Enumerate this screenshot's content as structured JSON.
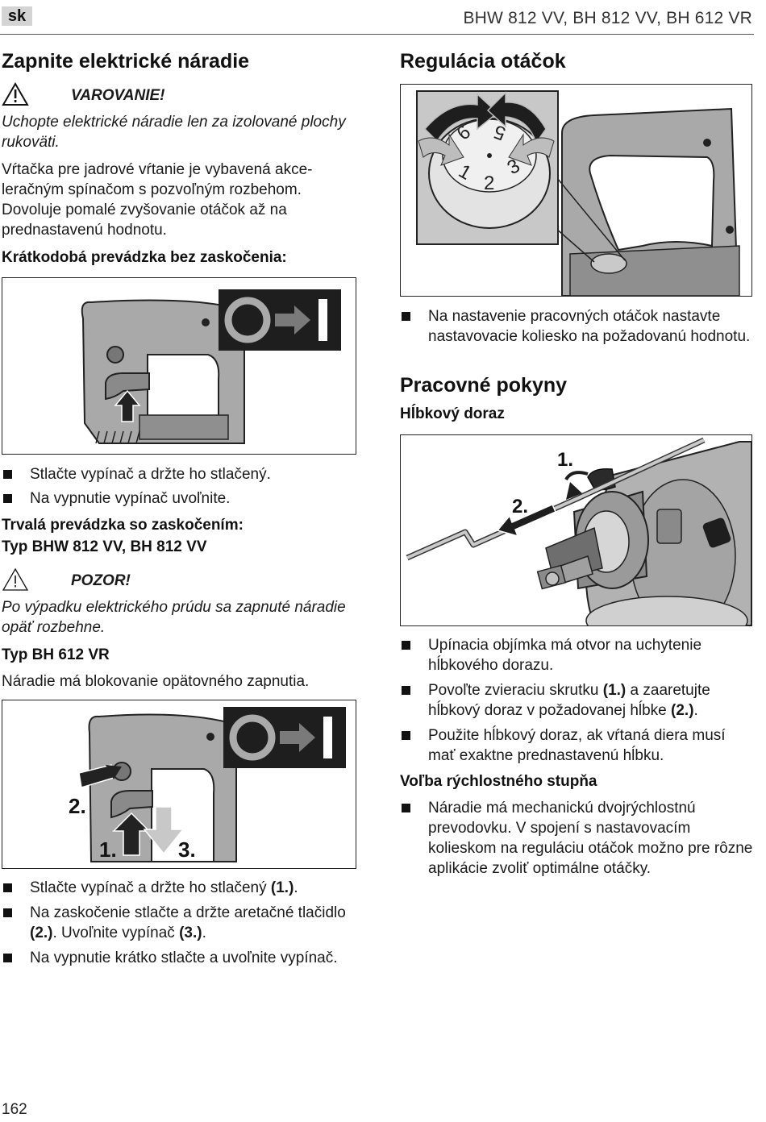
{
  "header": {
    "lang": "sk",
    "models": "BHW 812 VV, BH 812 VV, BH 612 VR"
  },
  "left": {
    "title": "Zapnite elektrické náradie",
    "warning_label": "VAROVANIE!",
    "warning_text": "Uchopte elektrické náradie len za izolované plochy rukoväti.",
    "intro": "Vŕtačka pre jadrové vŕtanie je vybavená akce-leračným spínačom s pozvoľným rozbehom. Dovoluje pomalé zvyšovanie otáčok až na prednastavenú hodnotu.",
    "short_heading": "Krátkodobá prevádzka bez zaskočenia:",
    "short_bullets": [
      "Stlačte vypínač a držte ho stlačený.",
      "Na vypnutie vypínač uvoľnite."
    ],
    "cont_heading_1": "Trvalá prevádzka so zaskočením:",
    "cont_heading_2": "Typ BHW 812 VV, BH 812 VV",
    "caution_label": "POZOR!",
    "caution_text": "Po výpadku elektrického prúdu sa zapnuté náradie opäť rozbehne.",
    "type_heading": "Typ BH 612 VR",
    "type_text": "Náradie má blokovanie opätovného zapnutia.",
    "fig3_labels": {
      "l1": "1.",
      "l2": "2.",
      "l3": "3."
    },
    "lock_bullets": [
      {
        "t1": "Stlačte vypínač a držte ho stlačený ",
        "b1": "(1.)",
        "t2": "."
      },
      {
        "t1": "Na zaskočenie stlačte a držte aretačné tlačidlo ",
        "b1": "(2.)",
        "t2": ". Uvoľnite vypínač ",
        "b2": "(3.)",
        "t3": "."
      },
      {
        "t1": "Na vypnutie krátko stlačte a uvoľnite vypínač."
      }
    ]
  },
  "right": {
    "speed_title": "Regulácia otáčok",
    "dial_numbers": [
      "1",
      "2",
      "3",
      "5",
      "6"
    ],
    "speed_bullet": "Na nastavenie pracovných otáčok nastavte nastavovacie koliesko na požadovanú hodnotu.",
    "work_title": "Pracovné pokyny",
    "depth_heading": "Hĺbkový doraz",
    "fig_depth_labels": {
      "l1": "1.",
      "l2": "2."
    },
    "depth_bullets": [
      {
        "t1": "Upínacia objímka má otvor na uchytenie hĺbkového dorazu."
      },
      {
        "t1": "Povoľte zvieraciu skrutku ",
        "b1": "(1.)",
        "t2": " a zaaretujte hĺbkový doraz v požadovanej hĺbke ",
        "b2": "(2.)",
        "t3": "."
      },
      {
        "t1": "Použite hĺbkový doraz, ak vŕtaná diera musí mať exaktne prednastavenú hĺbku."
      }
    ],
    "gear_heading": "Voľba rýchlostného stupňa",
    "gear_bullet": "Náradie má mechanickú dvojrýchlostnú prevodovku. V spojení s nastavovacím kolieskom na reguláciu otáčok možno pre rôzne aplikácie zvoliť optimálne otáčky."
  },
  "footer": {
    "page": "162"
  },
  "colors": {
    "ink": "#1a1a1a",
    "tag_bg": "#d4d4d4",
    "figure_gray": "#a9a9a9",
    "figure_dark": "#1e1e1e"
  },
  "icons": [
    "warning-triangle-icon",
    "caution-triangle-icon",
    "bullet-square-icon",
    "switch-on-symbol-icon",
    "speed-dial-icon"
  ]
}
